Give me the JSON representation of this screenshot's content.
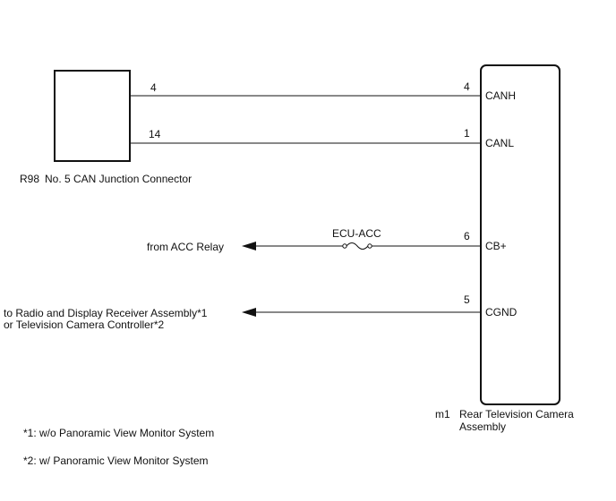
{
  "connector": {
    "code": "R98",
    "name": "No. 5 CAN Junction Connector",
    "pins": {
      "canh": "4",
      "canl": "14"
    }
  },
  "ecu": {
    "code": "m1",
    "name_line1": "Rear Television Camera",
    "name_line2": "Assembly",
    "pins": [
      {
        "number": "4",
        "signal": "CANH"
      },
      {
        "number": "1",
        "signal": "CANL"
      },
      {
        "number": "6",
        "signal": "CB+"
      },
      {
        "number": "5",
        "signal": "CGND"
      }
    ]
  },
  "fuse": {
    "label": "ECU-ACC"
  },
  "power_source": {
    "label": "from ACC Relay"
  },
  "ground_destination": {
    "line1": "to Radio and Display Receiver Assembly*1",
    "line2": "or Television Camera Controller*2"
  },
  "footnotes": [
    "*1: w/o Panoramic View Monitor System",
    "*2: w/ Panoramic View Monitor System"
  ]
}
